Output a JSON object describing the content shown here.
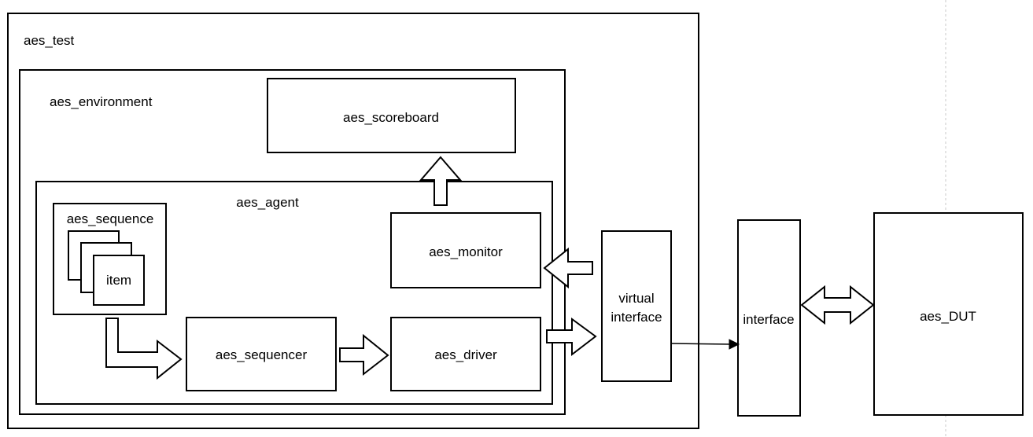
{
  "diagram": {
    "test_label": "aes_test",
    "environment_label": "aes_environment",
    "scoreboard_label": "aes_scoreboard",
    "agent_label": "aes_agent",
    "sequence_label": "aes_sequence",
    "item_label": "item",
    "monitor_label": "aes_monitor",
    "sequencer_label": "aes_sequencer",
    "driver_label": "aes_driver",
    "virtual_interface_label_line1": "virtual",
    "virtual_interface_label_line2": "interface",
    "interface_label": "interface",
    "dut_label": "aes_DUT"
  },
  "colors": {
    "stroke": "#000000",
    "fill": "#ffffff",
    "page_divider": "#c8c8c8"
  }
}
